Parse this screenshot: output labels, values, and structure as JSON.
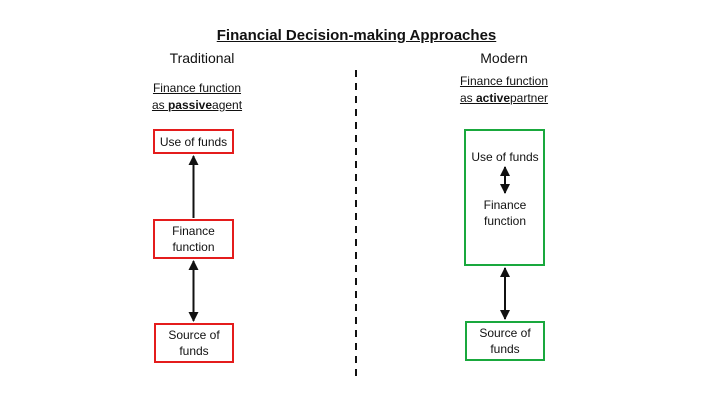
{
  "title": "Financial Decision-making Approaches",
  "traditional": {
    "heading": "Traditional",
    "subtitle_line1": "Finance function",
    "subtitle_prefix": "as ",
    "subtitle_bold": "passive",
    "subtitle_suffix": "agent",
    "use_of_funds": "Use of funds",
    "finance_function_line1": "Finance",
    "finance_function_line2": "function",
    "source_line1": "Source of",
    "source_line2": "funds",
    "box_color": "#e41c1c"
  },
  "modern": {
    "heading": "Modern",
    "subtitle_line1": "Finance function",
    "subtitle_prefix": "as ",
    "subtitle_bold": "active",
    "subtitle_suffix": "partner",
    "use_of_funds": "Use of funds",
    "finance_function_line1": "Finance",
    "finance_function_line2": "function",
    "source_line1": "Source of",
    "source_line2": "funds",
    "box_color": "#19a83d"
  }
}
